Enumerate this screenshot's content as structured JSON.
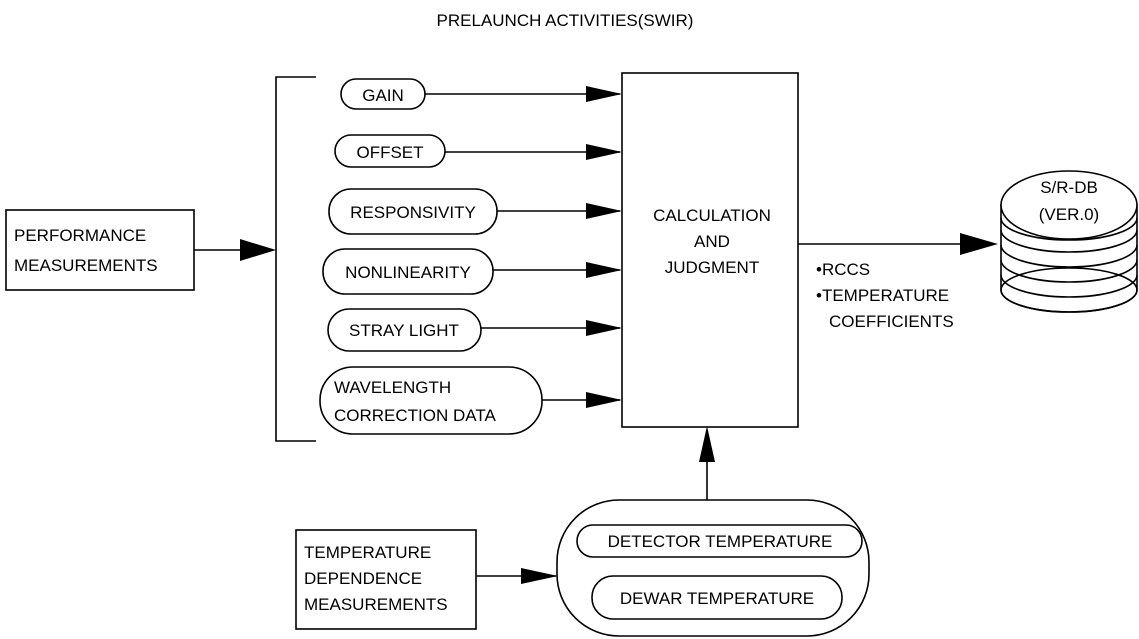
{
  "title": "PRELAUNCH ACTIVITIES(SWIR)",
  "performance_box": {
    "line1": "PERFORMANCE",
    "line2": "MEASUREMENTS"
  },
  "measurement_items": [
    {
      "label": "GAIN"
    },
    {
      "label": "OFFSET"
    },
    {
      "label": "RESPONSIVITY"
    },
    {
      "label": "NONLINEARITY"
    },
    {
      "label": "STRAY LIGHT"
    },
    {
      "label": "WAVELENGTH",
      "label2": "CORRECTION DATA"
    }
  ],
  "calc_box": {
    "line1": "CALCULATION",
    "line2": "AND",
    "line3": "JUDGMENT"
  },
  "output_notes": {
    "line1": "•RCCS",
    "line2": "•TEMPERATURE",
    "line3": "COEFFICIENTS"
  },
  "database": {
    "line1": "S/R-DB",
    "line2": "(VER.0)"
  },
  "temp_box": {
    "line1": "TEMPERATURE",
    "line2": "DEPENDENCE",
    "line3": "MEASUREMENTS"
  },
  "temperature_group": {
    "item1": "DETECTOR TEMPERATURE",
    "item2": "DEWAR TEMPERATURE"
  }
}
